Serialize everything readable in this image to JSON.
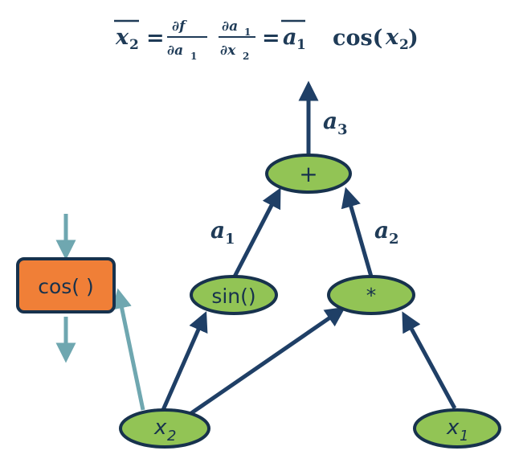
{
  "formula": {
    "lhs_var": "x",
    "lhs_sub": "2",
    "eq1": "=",
    "frac1_num": "∂f",
    "frac1_den_d": "∂a",
    "frac1_den_sub": "1",
    "frac2_num_d": "∂a",
    "frac2_num_sub": "1",
    "frac2_den_d": "∂x",
    "frac2_den_sub": "2",
    "eq2": "=",
    "abar_var": "a",
    "abar_sub": "1",
    "cos_text": "cos(",
    "cos_arg_var": "x",
    "cos_arg_sub": "2",
    "cos_close": ")"
  },
  "nodes": {
    "plus": "+",
    "sin": "sin()",
    "mul": "*",
    "x2_var": "x",
    "x2_sub": "2",
    "x1_var": "x",
    "x1_sub": "1",
    "cos_box": "cos( )"
  },
  "edges": {
    "a3_var": "a",
    "a3_sub": "3",
    "a1_var": "a",
    "a1_sub": "1",
    "a2_var": "a",
    "a2_sub": "2"
  },
  "colors": {
    "node_fill": "#92c455",
    "node_stroke": "#17324d",
    "arrow_dark": "#1f3f66",
    "arrow_teal": "#6fa7b0",
    "cos_box_fill": "#f07f37"
  }
}
